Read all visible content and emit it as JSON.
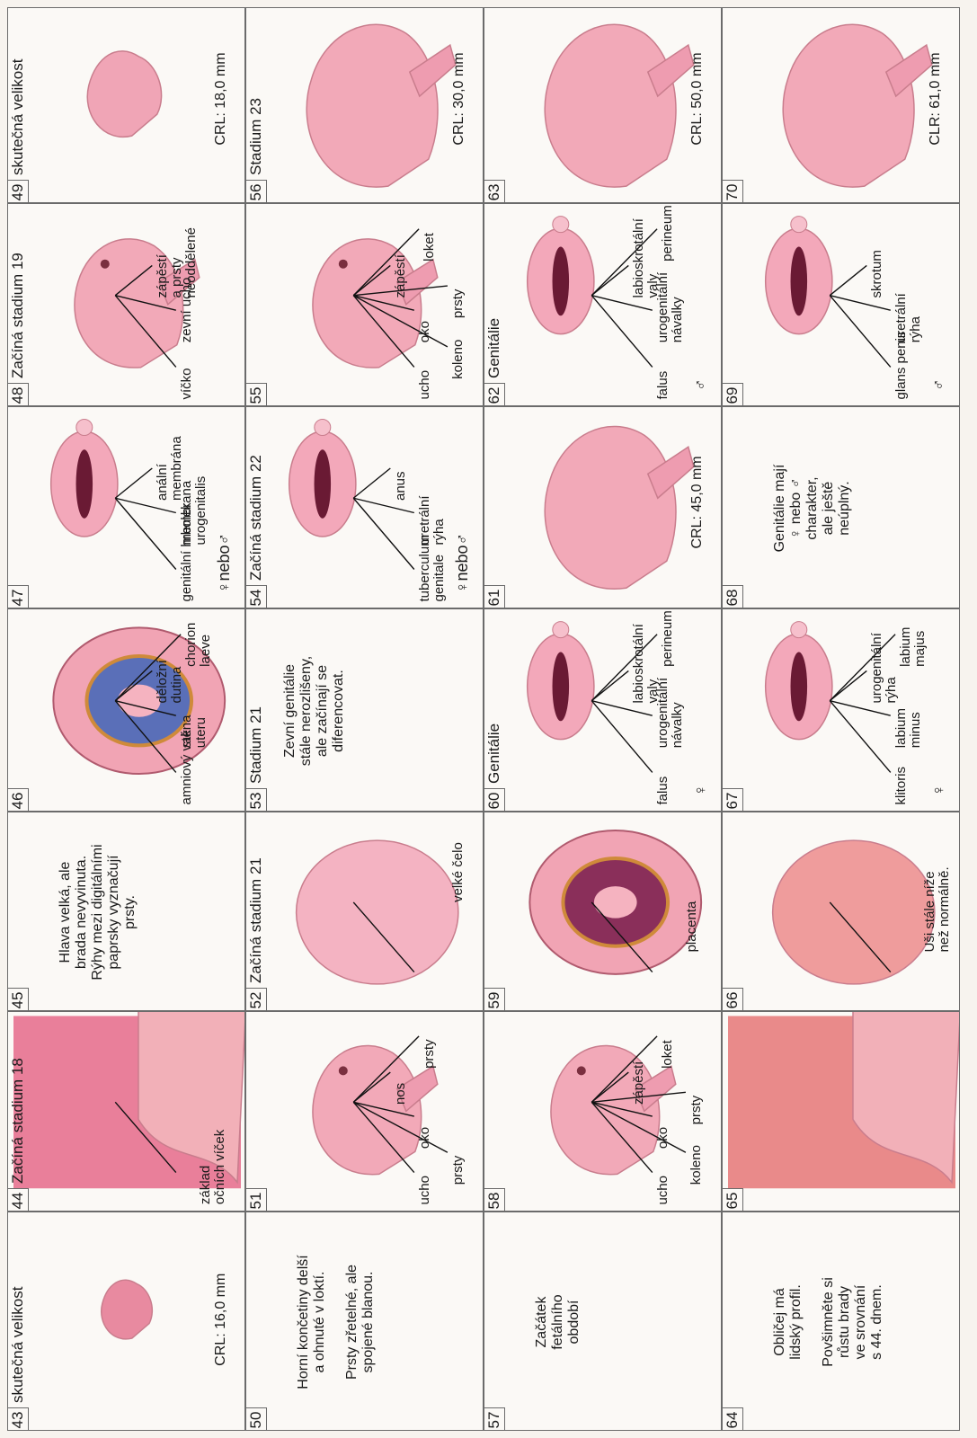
{
  "rows": [
    {
      "cells": [
        {
          "num": "43",
          "title": "skutečná velikost",
          "measure": "CRL: 16,0 mm",
          "art": "embryo-small"
        },
        {
          "num": "44",
          "title": "Začíná stadium 18",
          "labels": [
            "základ\nočních víček"
          ],
          "art": "face-profile"
        },
        {
          "num": "45",
          "text": "Hlava velká, ale\nbrada nevyvinuta.\nRýhy mezi digitálními\npaprsky vyznačují\nprsty."
        },
        {
          "num": "46",
          "labels": [
            "amniový vak",
            "stěna\nuteru",
            "děložní\ndutina",
            "chorion\nlaeve"
          ],
          "art": "uterus"
        },
        {
          "num": "47",
          "labels": [
            "genitální hrbolek",
            "membrana\nurogenitalis",
            "anální\nmembrána"
          ],
          "symbol": "♀nebo♂",
          "art": "genital-early"
        },
        {
          "num": "48",
          "title": "Začíná stadium 19",
          "labels": [
            "víčko",
            "zevní ucho",
            "zápěstí\na prsty\nneoddělené"
          ],
          "art": "embryo-medium"
        },
        {
          "num": "49",
          "title": "skutečná velikost",
          "measure": "CRL: 18,0 mm",
          "art": "embryo-small2"
        }
      ]
    },
    {
      "cells": [
        {
          "num": "50",
          "text": "Horní končetiny delší\na ohnuté v loktí.\n\nPrsty zřetelné, ale\nspojené blanou."
        },
        {
          "num": "51",
          "labels": [
            "ucho",
            "oko",
            "nos",
            "prsty",
            "prsty"
          ],
          "art": "embryo-51"
        },
        {
          "num": "52",
          "title": "Začíná stadium 21",
          "labels": [
            "velké čelo"
          ],
          "art": "face-front"
        },
        {
          "num": "53",
          "title": "Stadium 21",
          "text": "Zevní genitálie\nstále nerozlišeny,\nale začínají se\ndiferencovat."
        },
        {
          "num": "54",
          "title": "Začíná stadium 22",
          "labels": [
            "tuberculum\ngenitale",
            "uretrální\nrýha",
            "anus"
          ],
          "symbol": "♀nebo♂",
          "art": "genital-22"
        },
        {
          "num": "55",
          "labels": [
            "ucho",
            "oko",
            "zápěstí",
            "loket",
            "koleno",
            "prsty"
          ],
          "art": "embryo-55"
        },
        {
          "num": "56",
          "title": "Stadium 23",
          "measure": "CRL: 30,0 mm",
          "art": "embryo-56"
        }
      ]
    },
    {
      "cells": [
        {
          "num": "57",
          "text": "Začátek\nfetálního\nobdobí"
        },
        {
          "num": "58",
          "labels": [
            "ucho",
            "oko",
            "zápěstí",
            "loket",
            "koleno",
            "prsty"
          ],
          "art": "embryo-58"
        },
        {
          "num": "59",
          "labels": [
            "placenta"
          ],
          "art": "placenta"
        },
        {
          "num": "60",
          "title": "Genitálie",
          "labels": [
            "falus",
            "urogenitální\nnávalky",
            "labioskrotální\nvaly",
            "perineum"
          ],
          "symbol": "♀",
          "art": "genital-f"
        },
        {
          "num": "61",
          "measure": "CRL: 45,0 mm",
          "art": "fetus-61"
        },
        {
          "num": "62",
          "title": "Genitálie",
          "labels": [
            "falus",
            "urogenitální\nnávalky",
            "labioskrotální\nvaly",
            "perineum"
          ],
          "symbol": "♂",
          "art": "genital-m"
        },
        {
          "num": "63",
          "measure": "CRL: 50,0 mm",
          "art": "fetus-63"
        }
      ]
    },
    {
      "cells": [
        {
          "num": "64",
          "text": "Obličej má\nlidský profil.\n\nPovšimněte si\nrůstu brady\nve srovnání\ns 44. dnem."
        },
        {
          "num": "65",
          "art": "face-profile-65"
        },
        {
          "num": "66",
          "labels": [
            "Uši stále níže\nnež normálně."
          ],
          "art": "face-66"
        },
        {
          "num": "67",
          "labels": [
            "klitoris",
            "labium\nminus",
            "urogenitální\nrýha",
            "labium\nmajus"
          ],
          "symbol": "♀",
          "art": "genital-67"
        },
        {
          "num": "68",
          "text": "Genitálie mají\n♀ nebo ♂\ncharakter,\nale ještě\nneúplný."
        },
        {
          "num": "69",
          "labels": [
            "glans penis",
            "uretrální\nrýha",
            "skrotum"
          ],
          "symbol": "♂",
          "art": "genital-69"
        },
        {
          "num": "70",
          "measure": "CLR: 61,0 mm",
          "art": "fetus-70"
        }
      ]
    }
  ]
}
